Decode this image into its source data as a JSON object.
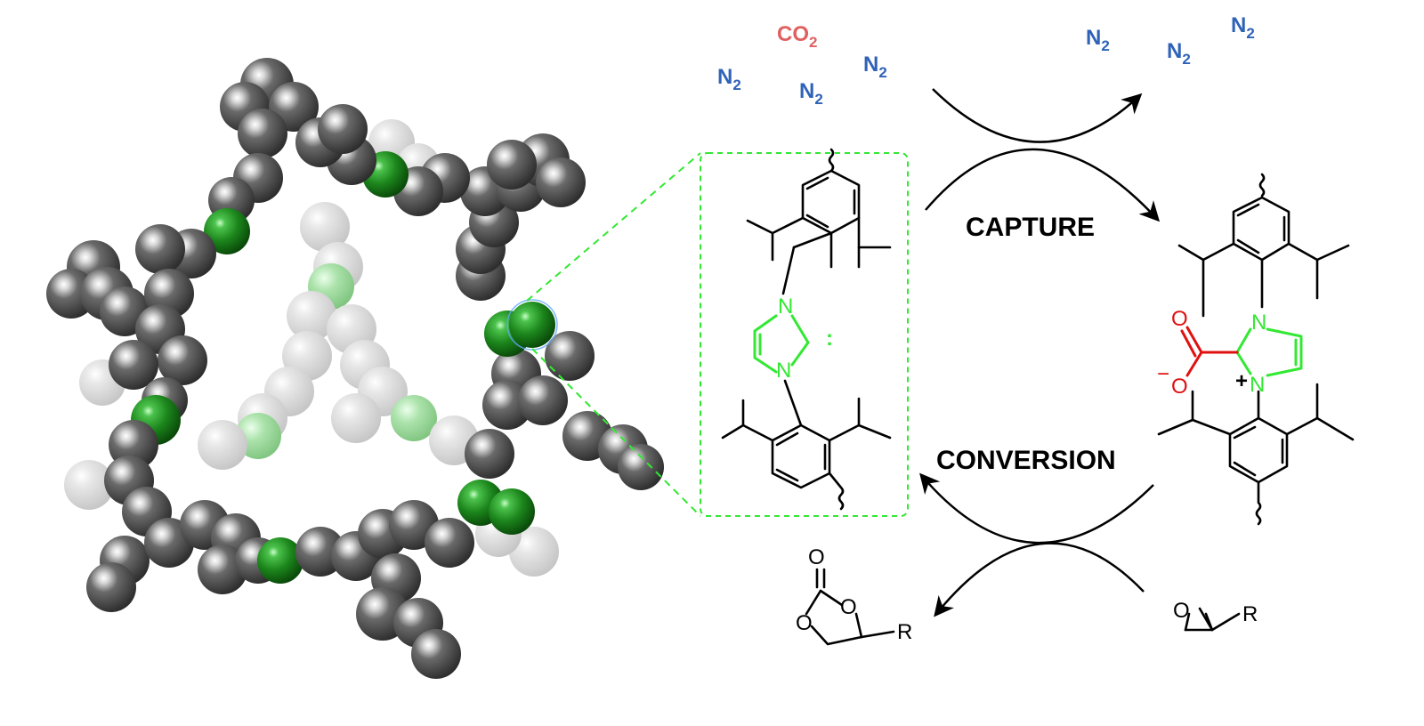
{
  "gases": {
    "n2_a": "N2",
    "co2": "CO2",
    "n2_b": "N2",
    "n2_c": "N2",
    "n2_d": "N2",
    "n2_e": "N2",
    "n2_f": "N2"
  },
  "labels": {
    "capture": "CAPTURE",
    "conversion": "CONVERSION"
  },
  "atoms": {
    "n_top": "N",
    "n_bottom": "N",
    "carbene": ":",
    "n_top_r": "N",
    "n_bottom_r": "N",
    "plus": "+",
    "o_carbonyl": "O",
    "o_anion": "O",
    "minus": "−",
    "epox_o": "O",
    "epox_r": "R",
    "carb_o_top": "O",
    "carb_o_ring1": "O",
    "carb_o_ring2": "O",
    "carb_r": "R"
  },
  "colors": {
    "nitrogen_gas": "#2f63b8",
    "co2_gas": "#e06060",
    "nhc": "#33e833",
    "carboxylate": "#e01010",
    "cage_carbon": "#5e5e5e",
    "cage_nitrogen": "#1f8a1f",
    "zoom_box": "#33e833"
  }
}
